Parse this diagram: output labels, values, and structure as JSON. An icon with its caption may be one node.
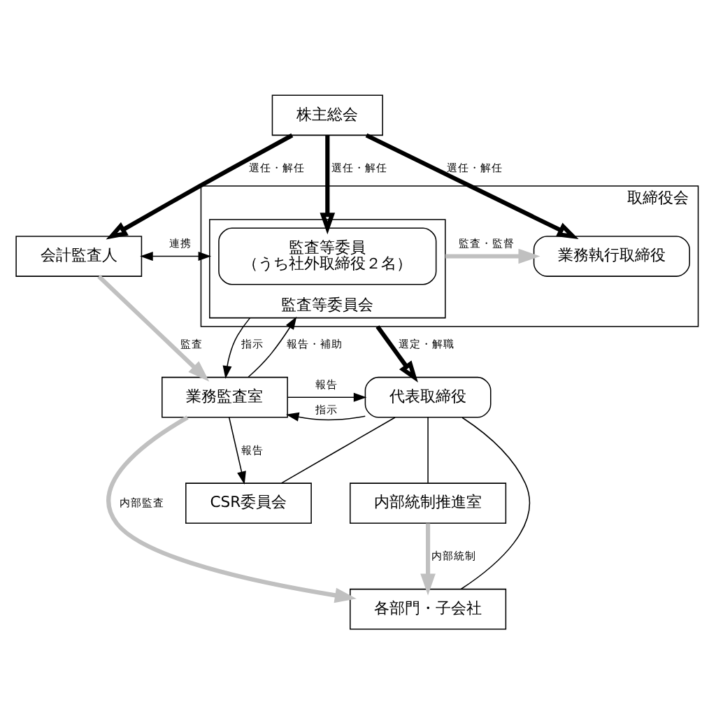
{
  "diagram": {
    "nodes": [
      {
        "text": [
          "株主総会"
        ]
      },
      {
        "text": [
          "会計監査人"
        ]
      },
      {
        "text": [
          "取締役会"
        ]
      },
      {
        "text": [
          "監査等委員会"
        ],
        "in": 2
      },
      {
        "text": [
          "監査等委員",
          "（うち社外取締役２名）"
        ],
        "in": 3
      },
      {
        "text": [
          "業務執行取締役"
        ],
        "in": 2
      },
      {
        "text": [
          "代表取締役"
        ]
      },
      {
        "text": [
          "業務監査室"
        ]
      },
      {
        "text": [
          "CSR委員会"
        ]
      },
      {
        "text": [
          "内部統制推進室"
        ]
      },
      {
        "text": [
          "各部門・子会社"
        ]
      }
    ],
    "edges": [
      {
        "from": 0,
        "to": 1,
        "arrow": "to",
        "label": "選任・解任",
        "style": "thick"
      },
      {
        "from": 0,
        "to": 4,
        "arrow": "to",
        "label": "選任・解任",
        "style": "thick"
      },
      {
        "from": 0,
        "to": 5,
        "arrow": "to",
        "label": "選任・解任",
        "style": "thick"
      },
      {
        "from": 1,
        "to": 3,
        "arrow": "both",
        "label": "連携"
      },
      {
        "from": 3,
        "to": 5,
        "arrow": "to",
        "label": "監査・監督",
        "style": "thick",
        "color": "#c0c0c0"
      },
      {
        "from": 1,
        "to": 7,
        "arrow": "to",
        "label": "監査",
        "style": "thick",
        "color": "#c0c0c0"
      },
      {
        "from": 3,
        "to": 7,
        "arrow": "to",
        "label": "指示"
      },
      {
        "from": 7,
        "to": 3,
        "arrow": "to",
        "label": "報告・補助"
      },
      {
        "from": 2,
        "to": 6,
        "arrow": "to",
        "label": "選定・解職",
        "style": "thick"
      },
      {
        "from": 7,
        "to": 6,
        "arrow": "to",
        "label": "報告"
      },
      {
        "from": 6,
        "to": 7,
        "arrow": "to",
        "label": "指示"
      },
      {
        "from": 7,
        "to": 8,
        "arrow": "to",
        "label": "報告"
      },
      {
        "from": 6,
        "to": 8,
        "arrow": "none"
      },
      {
        "from": 6,
        "to": 9,
        "arrow": "none"
      },
      {
        "from": 6,
        "to": 10,
        "arrow": "none"
      },
      {
        "from": 7,
        "to": 10,
        "arrow": "to",
        "label": "内部監査",
        "style": "thick",
        "color": "#c0c0c0"
      },
      {
        "from": 9,
        "to": 10,
        "arrow": "to",
        "label": "内部統制",
        "style": "thick",
        "color": "#c0c0c0"
      }
    ]
  }
}
